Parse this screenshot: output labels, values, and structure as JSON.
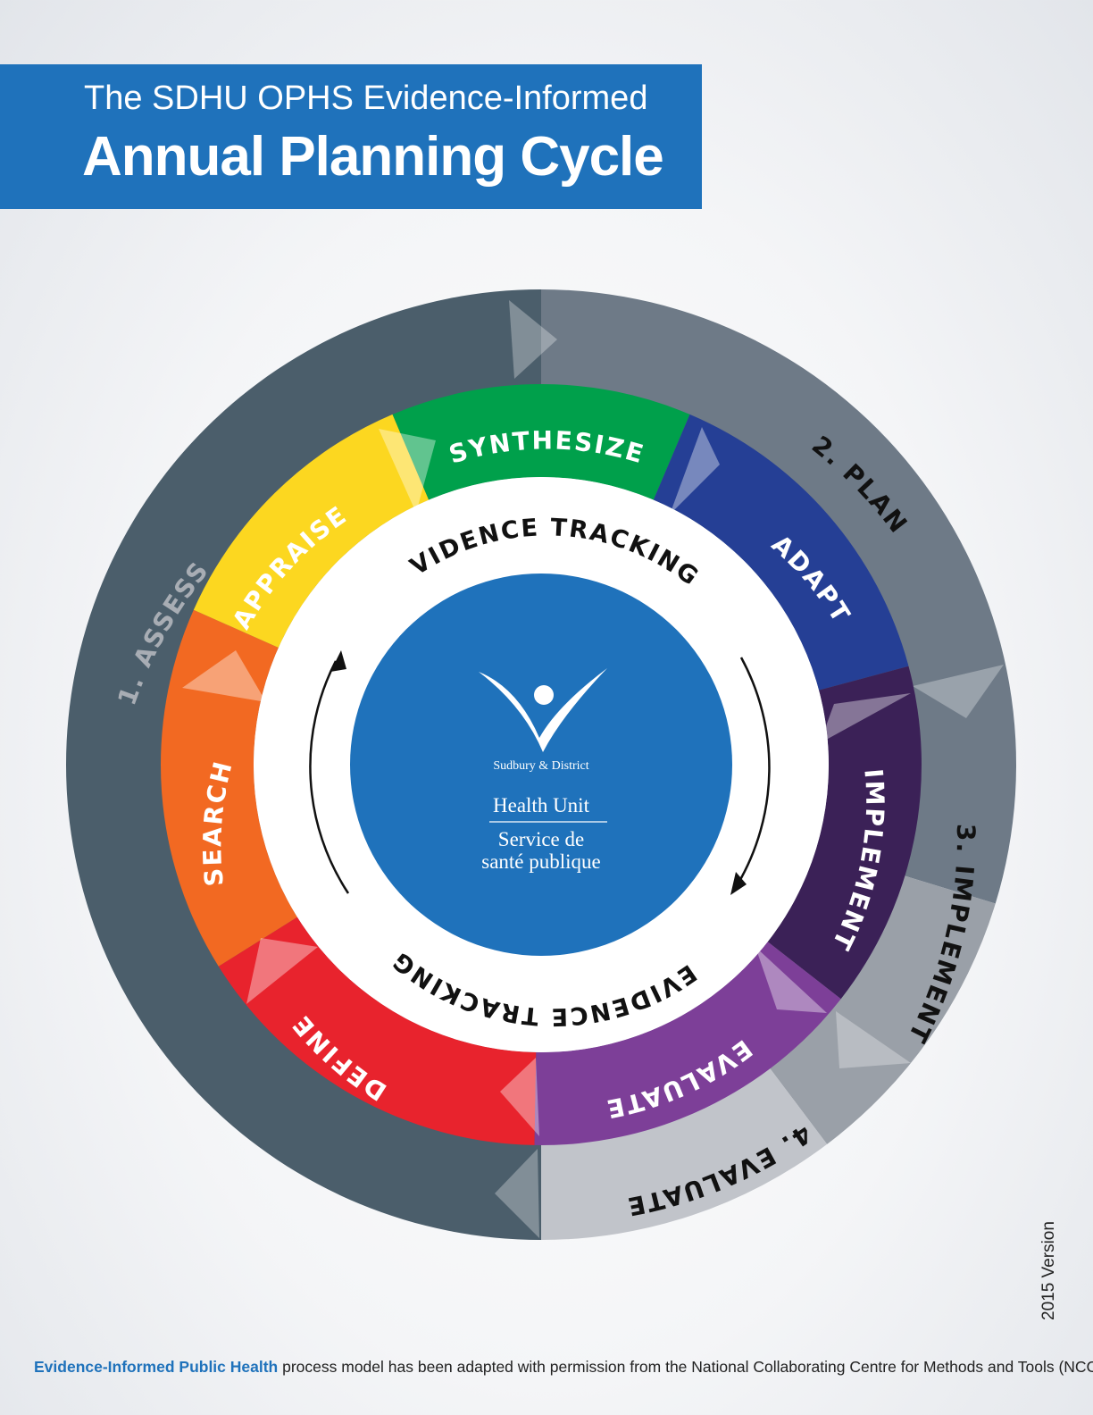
{
  "header": {
    "line1": "The SDHU OPHS Evidence-Informed",
    "line2": "Annual Planning Cycle"
  },
  "outer_ring": {
    "stages": [
      {
        "label": "1. ASSESS",
        "color": "#4b5e6b"
      },
      {
        "label": "2. PLAN",
        "color": "#6e7a87"
      },
      {
        "label": "3. IMPLEMENT",
        "color": "#9aa0a8"
      },
      {
        "label": "4. EVALUATE",
        "color": "#c1c4ca"
      }
    ]
  },
  "middle_ring": {
    "steps": [
      {
        "label": "DEFINE",
        "color": "#e8232d"
      },
      {
        "label": "SEARCH",
        "color": "#f26922"
      },
      {
        "label": "APPRAISE",
        "color": "#fcd720"
      },
      {
        "label": "SYNTHESIZE",
        "color": "#00a04b"
      },
      {
        "label": "ADAPT",
        "color": "#253f95"
      },
      {
        "label": "IMPLEMENT",
        "color": "#3b2157"
      },
      {
        "label": "EVALUATE",
        "color": "#7d3f98"
      }
    ]
  },
  "inner_ring": {
    "top_label": "EVIDENCE TRACKING",
    "bottom_label": "EVIDENCE TRACKING"
  },
  "center_logo": {
    "line1": "Sudbury & District",
    "line2": "Health Unit",
    "line3": "Service de",
    "line4": "santé publique",
    "color": "#1f72bb"
  },
  "version": "2015 Version",
  "footer": {
    "highlight": "Evidence-Informed Public Health",
    "text": " process model has been adapted with permission from the National Collaborating Centre for Methods and Tools (NCCMT)."
  }
}
